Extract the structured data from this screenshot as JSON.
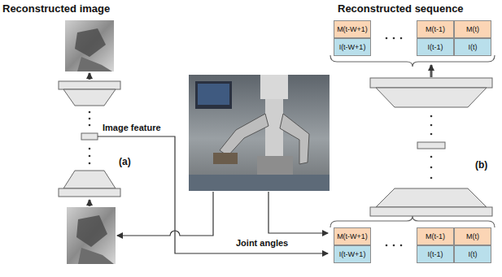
{
  "diagram": {
    "nodes": [
      {
        "text": [
          "M(t-W+1)"
        ]
      },
      {
        "text": [
          "M(t-1)"
        ]
      },
      {
        "text": [
          "M(t)"
        ]
      },
      {
        "text": [
          "I(t-W+1)"
        ]
      },
      {
        "text": [
          "I(t-1)"
        ]
      },
      {
        "text": [
          "I(t)"
        ]
      },
      {
        "text": [
          "M(t-W+1)"
        ]
      },
      {
        "text": [
          "M(t-1)"
        ]
      },
      {
        "text": [
          "M(t)"
        ]
      },
      {
        "text": [
          "I(t-W+1)"
        ]
      },
      {
        "text": [
          "I(t-1)"
        ]
      },
      {
        "text": [
          "I(t)"
        ]
      }
    ],
    "labels": [
      "Reconstructed image",
      "Reconstructed sequence",
      "Image feature",
      "(a)",
      "(b)",
      "Joint angles"
    ]
  }
}
